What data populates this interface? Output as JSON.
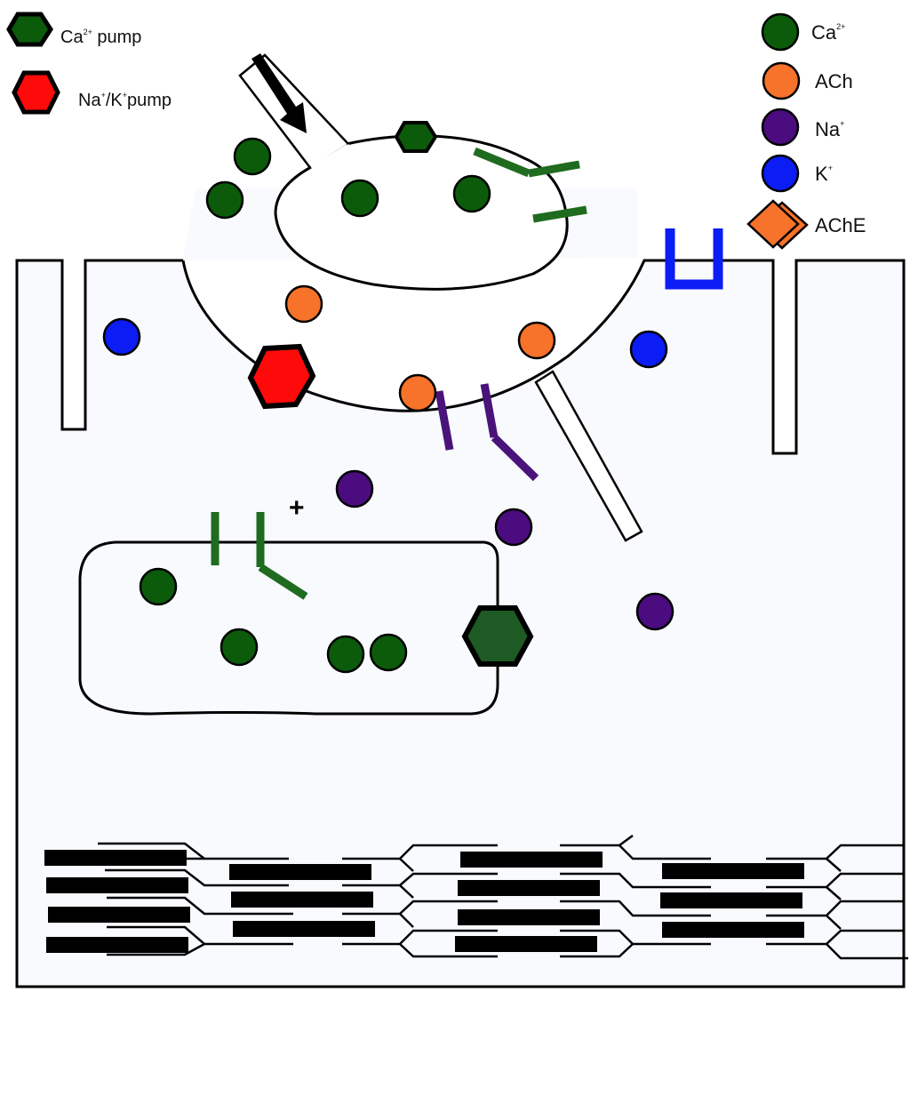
{
  "legend_left": {
    "ca_pump": {
      "base": "Ca",
      "sup": "2+",
      "suffix": " pump"
    },
    "na_k_pump": {
      "base1": "Na",
      "sup1": "+",
      "slash": "/K",
      "sup2": "+",
      "suffix": "pump"
    }
  },
  "legend_right": {
    "ca": {
      "base": "Ca",
      "sup": "2+"
    },
    "ach": {
      "label": "ACh"
    },
    "na": {
      "base": "Na",
      "sup": "+"
    },
    "k": {
      "base": "K",
      "sup": "+"
    },
    "ache": {
      "label": "AChE"
    }
  },
  "plus_sign": "+",
  "colors": {
    "calcium": "#0b5b0b",
    "ach": "#f7722a",
    "sodium": "#4b0c7f",
    "potassium": "#0b1cf5",
    "na_k_pump": "#ff0a0a",
    "ca_channel": "#1f6b1f",
    "na_channel": "#4a137a",
    "cell_fill": "#f8fafd",
    "myofilament": "#000000"
  },
  "icons": {
    "ca_pump": "green-hexagon-icon",
    "na_k_pump": "red-hexagon-icon",
    "ca": "green-circle-icon",
    "ach": "orange-circle-icon",
    "na": "purple-circle-icon",
    "k": "blue-circle-icon",
    "ache": "orange-double-diamond-icon",
    "signal": "arrow-down-icon"
  }
}
